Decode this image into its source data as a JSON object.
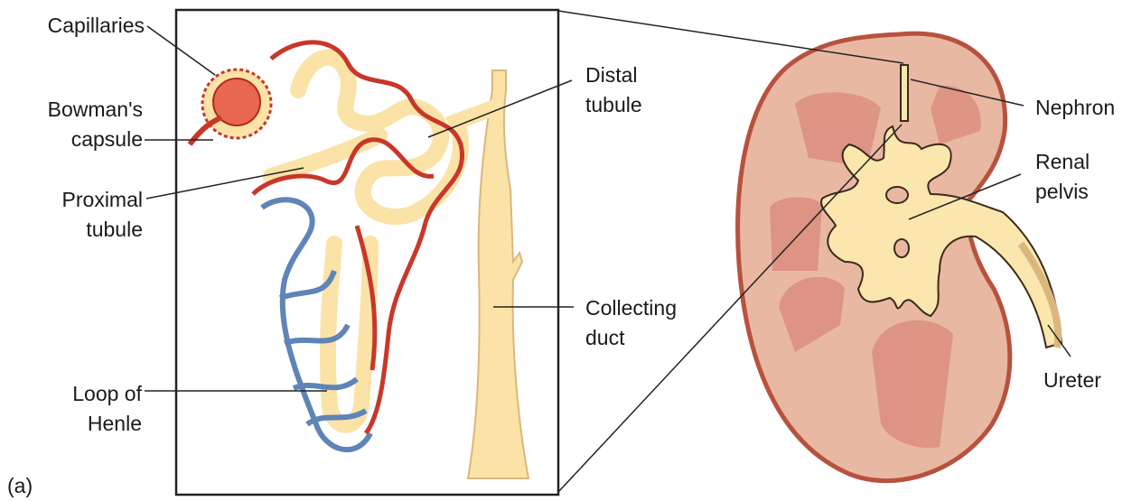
{
  "panel_letter": "(a)",
  "colors": {
    "tubule": "#fbe3a7",
    "tubule_edge": "#d9b77e",
    "artery": "#c8372a",
    "vein": "#5f84b8",
    "cortex": "#e9b8a3",
    "kidney_edge": "#b7523e",
    "pyramid": "#d9897a",
    "pelvis": "#fbe6ad"
  },
  "labels": {
    "capillaries": "Capillaries",
    "bowmans_capsule": "Bowman's\ncapsule",
    "proximal_tubule": "Proximal\ntubule",
    "loop_of_henle": "Loop of\nHenle",
    "distal_tubule": "Distal\ntubule",
    "collecting_duct": "Collecting\nduct",
    "nephron": "Nephron",
    "renal_pelvis": "Renal\npelvis",
    "ureter": "Ureter"
  }
}
